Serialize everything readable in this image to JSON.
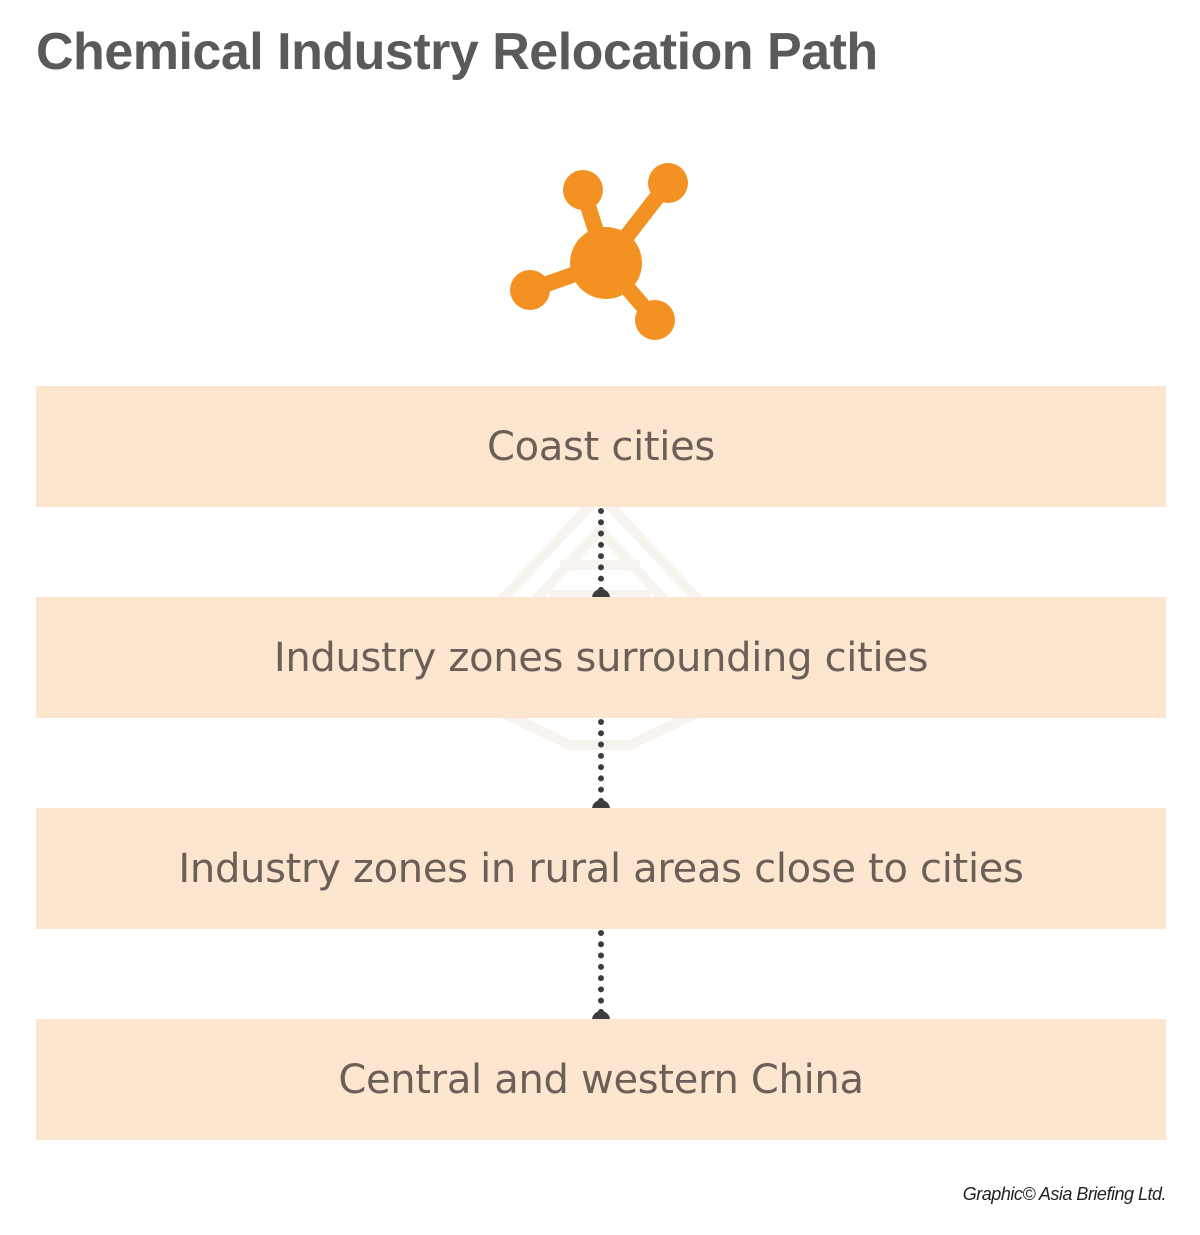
{
  "title": "Chemical Industry Relocation Path",
  "icon": "molecule-icon",
  "colors": {
    "accent": "#f39222",
    "step_background": "#fde6d0",
    "step_text": "#6b5f58",
    "title_text": "#5a5a5a",
    "connector": "#3d3d3d"
  },
  "steps": [
    {
      "label": "Coast cities"
    },
    {
      "label": "Industry zones surrounding cities"
    },
    {
      "label": "Industry zones in rural areas close to cities"
    },
    {
      "label": "Central and western China"
    }
  ],
  "credit": "Graphic© Asia Briefing Ltd."
}
